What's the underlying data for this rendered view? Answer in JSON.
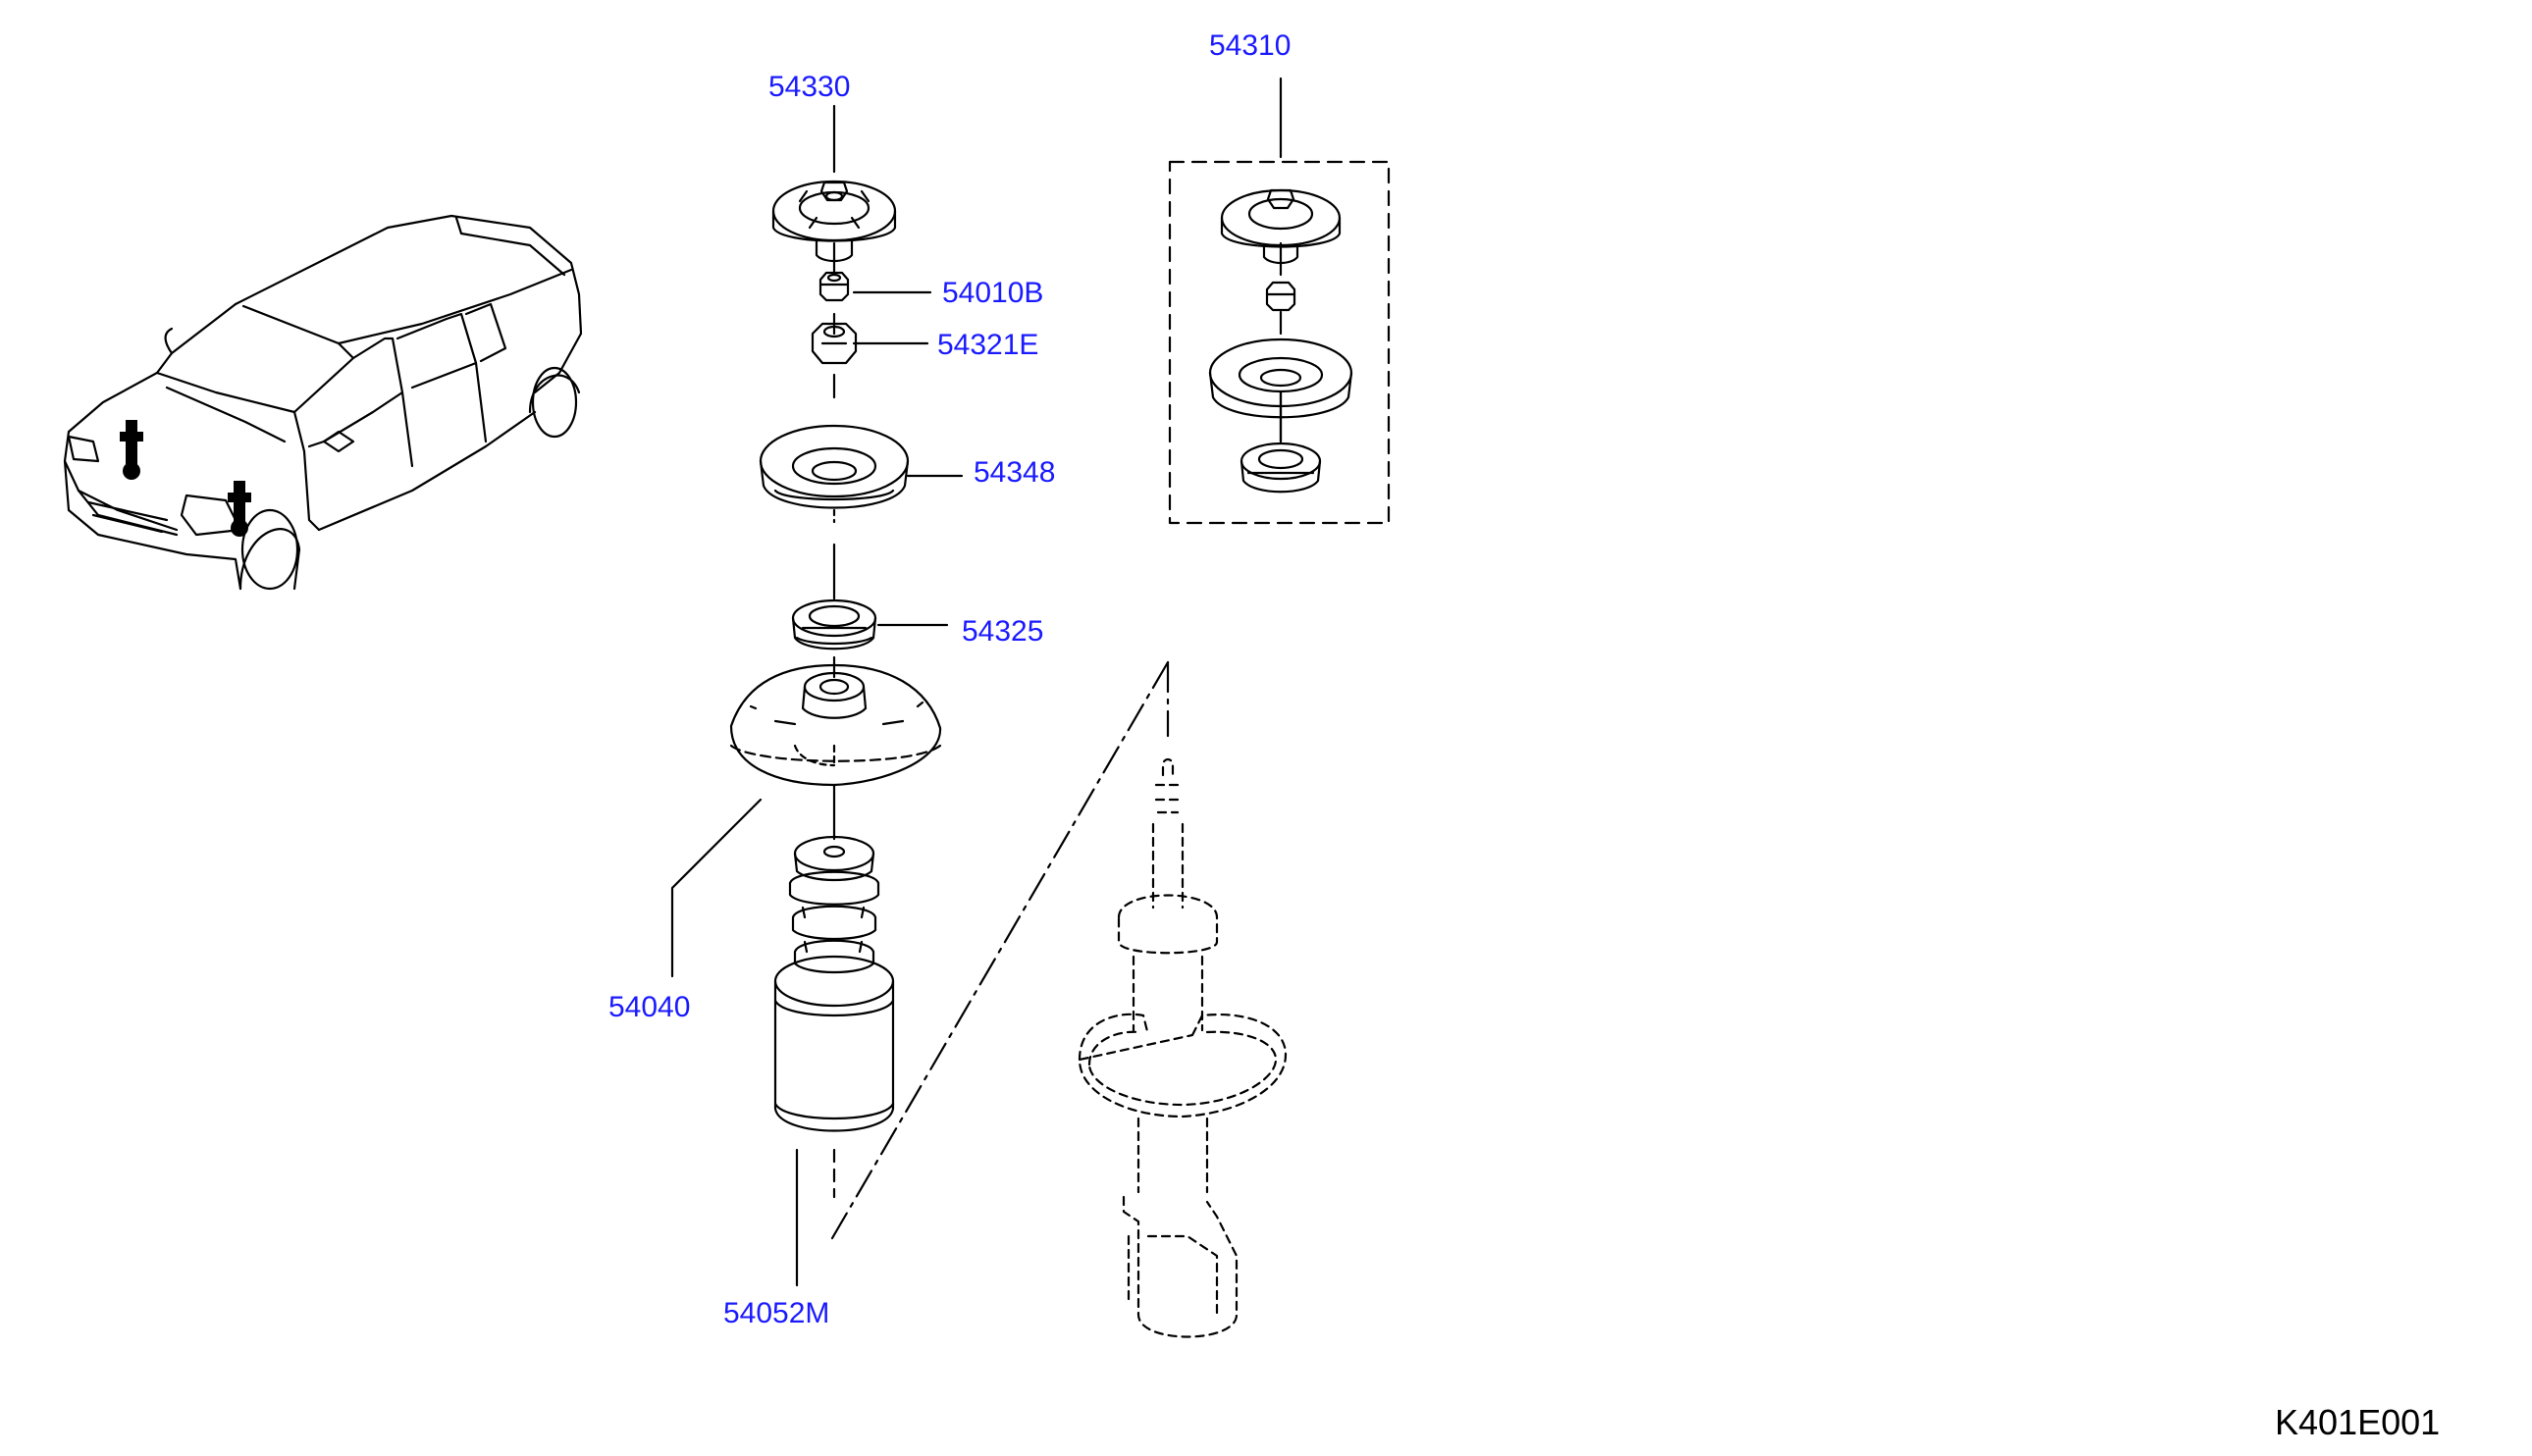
{
  "colors": {
    "label": "#1a1aff",
    "line": "#000000",
    "code": "#000000",
    "background": "#ffffff"
  },
  "labels": {
    "p54330": "54330",
    "p54310": "54310",
    "p54010B": "54010B",
    "p54321E": "54321E",
    "p54348": "54348",
    "p54325": "54325",
    "p54040": "54040",
    "p54052M": "54052M"
  },
  "diagram_code": "K401E001"
}
